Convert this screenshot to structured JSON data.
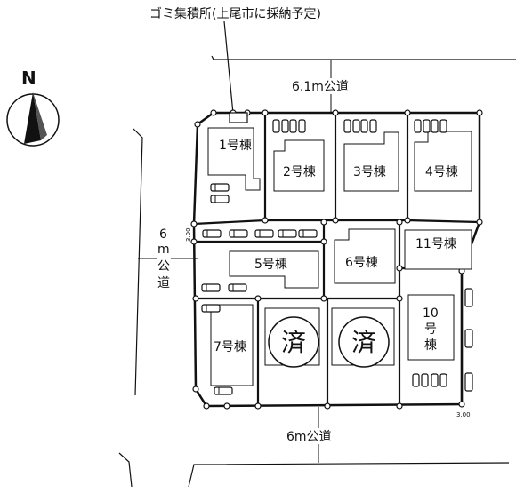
{
  "title_note": "ゴミ集積所(上尾市に採納予定)",
  "north_label": "N",
  "roads": {
    "top": "6.1m公道",
    "left": [
      "6",
      "m",
      "公",
      "道"
    ],
    "bottom": "6m公道"
  },
  "widths": {
    "left_top": "3.00",
    "right_bottom": "3.00"
  },
  "lots": {
    "lot1": "1号棟",
    "lot2": "2号棟",
    "lot3": "3号棟",
    "lot4": "4号棟",
    "lot5": "5号棟",
    "lot6": "6号棟",
    "lot7": "7号棟",
    "lot10": [
      "10",
      "号",
      "棟"
    ],
    "lot11": "11号棟"
  },
  "sold_label": "済"
}
